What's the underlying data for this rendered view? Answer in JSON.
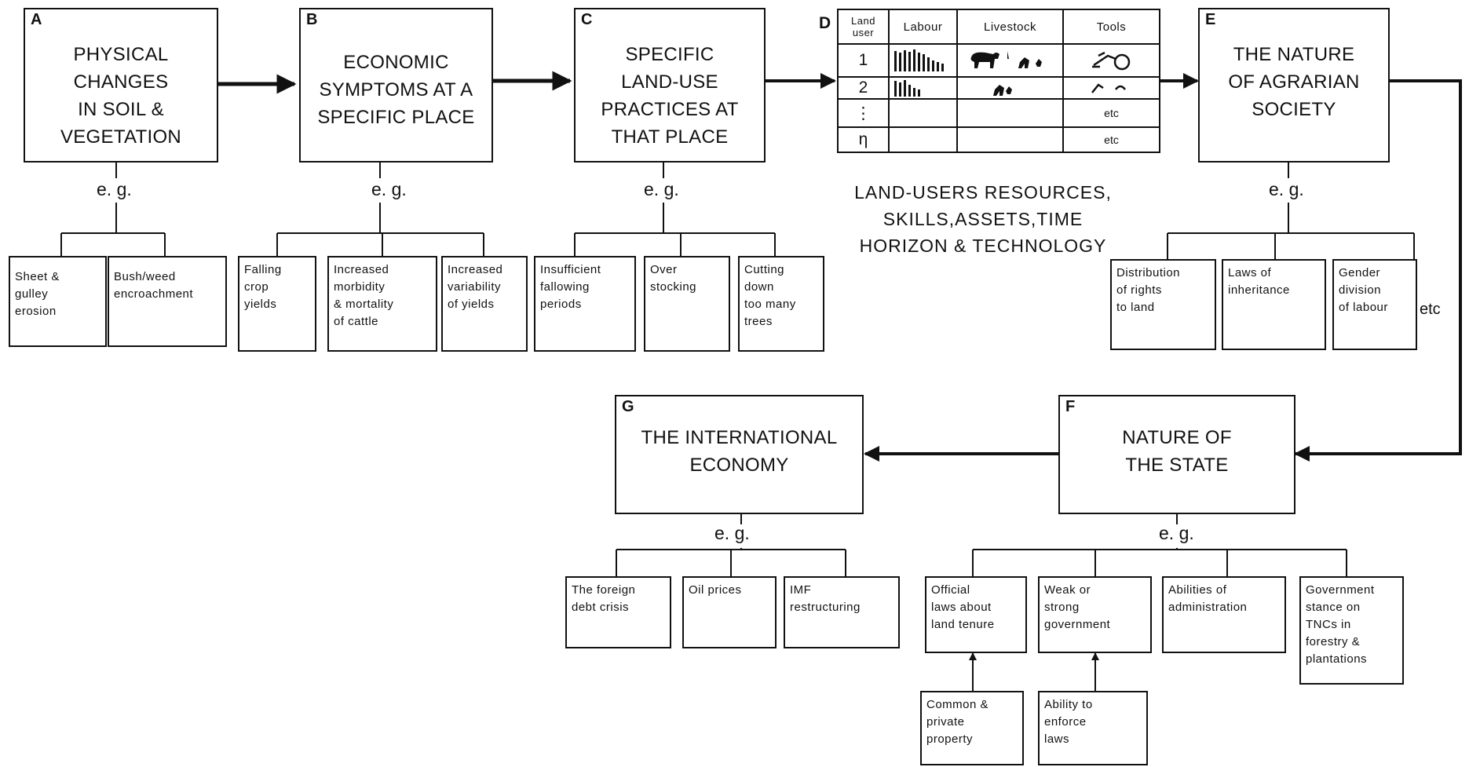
{
  "boxes": {
    "a": {
      "letter": "A",
      "title": "PHYSICAL\nCHANGES\nIN SOIL &\nVEGETATION"
    },
    "b": {
      "letter": "B",
      "title": "ECONOMIC\nSYMPTOMS AT A\nSPECIFIC PLACE"
    },
    "c": {
      "letter": "C",
      "title": "SPECIFIC\nLAND-USE\nPRACTICES AT\nTHAT PLACE"
    },
    "d": {
      "letter": "D"
    },
    "e": {
      "letter": "E",
      "title": "THE NATURE\nOF AGRARIAN\nSOCIETY"
    },
    "f": {
      "letter": "F",
      "title": "NATURE OF\nTHE STATE"
    },
    "g": {
      "letter": "G",
      "title": "THE INTERNATIONAL\nECONOMY"
    }
  },
  "eg_label": "e. g.",
  "etc_label": "etc",
  "examples": {
    "a": [
      "Sheet &\ngulley\nerosion",
      "Bush/weed\nencroachment"
    ],
    "b": [
      "Falling\ncrop\nyields",
      "Increased\nmorbidity\n& mortality\nof cattle",
      "Increased\nvariability\nof yields"
    ],
    "c": [
      "Insufficient\nfallowing\nperiods",
      "Over\nstocking",
      "Cutting\ndown\ntoo many\ntrees"
    ],
    "e": [
      "Distribution\nof rights\nto land",
      "Laws of\ninheritance",
      "Gender\ndivision\nof labour"
    ],
    "g": [
      "The foreign\ndebt crisis",
      "Oil prices",
      "IMF\nrestructuring"
    ],
    "f": [
      "Official\nlaws about\nland tenure",
      "Weak or\nstrong\ngovernment",
      "Abilities of\nadministration",
      "Government\nstance on\nTNCs in\nforestry &\nplantations"
    ],
    "f_sub": [
      "Common &\nprivate\nproperty",
      "Ability to\nenforce\nlaws"
    ]
  },
  "table": {
    "headers": [
      "Land\nuser",
      "Labour",
      "Livestock",
      "Tools"
    ],
    "rows": [
      {
        "user": "1",
        "tools_text": ""
      },
      {
        "user": "2",
        "tools_text": ""
      },
      {
        "user": "⋮",
        "tools_text": "etc"
      },
      {
        "user": "η",
        "tools_text": "etc"
      }
    ],
    "caption": "LAND-USERS RESOURCES,\nSKILLS,ASSETS,TIME\nHORIZON & TECHNOLOGY"
  },
  "icons": [
    "labour-figures-icon",
    "livestock-animals-icon",
    "plough-tool-icon",
    "hoe-tool-icon"
  ],
  "colors": {
    "ink": "#111111",
    "paper": "#ffffff"
  }
}
